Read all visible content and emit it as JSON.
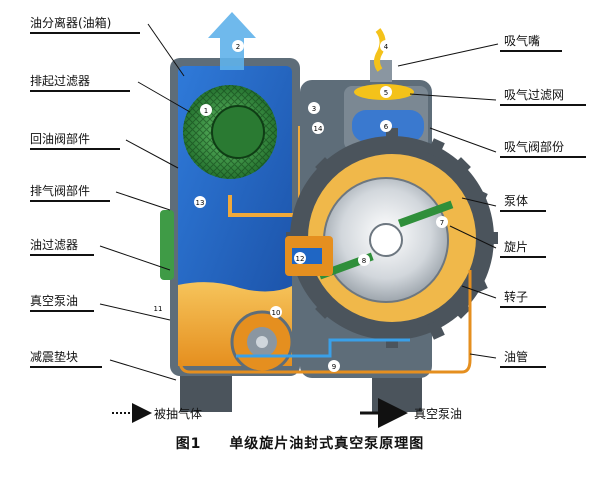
{
  "left_labels": [
    "油分离器(油箱)",
    "排起过滤器",
    "回油阀部件",
    "排气阀部件",
    "油过滤器",
    "真空泵油",
    "减震垫块"
  ],
  "right_labels": [
    "吸气嘴",
    "吸气过滤网",
    "吸气阀部份",
    "泵体",
    "旋片",
    "转子",
    "油管"
  ],
  "part_numbers": [
    "1",
    "2",
    "3",
    "4",
    "5",
    "6",
    "7",
    "8",
    "9",
    "10",
    "11",
    "12",
    "13",
    "14"
  ],
  "legend": {
    "gas_label": "被抽气体",
    "oil_label": "真空泵油"
  },
  "caption": {
    "figure": "图1",
    "title": "单级旋片油封式真空泵原理图"
  },
  "colors": {
    "oil_blue": "#1f66c4",
    "oil_orange": "#f0a93a",
    "gas_yellow": "#f4c21a",
    "housing": "#5e6d79",
    "filter_green": "#2f8f3a"
  }
}
